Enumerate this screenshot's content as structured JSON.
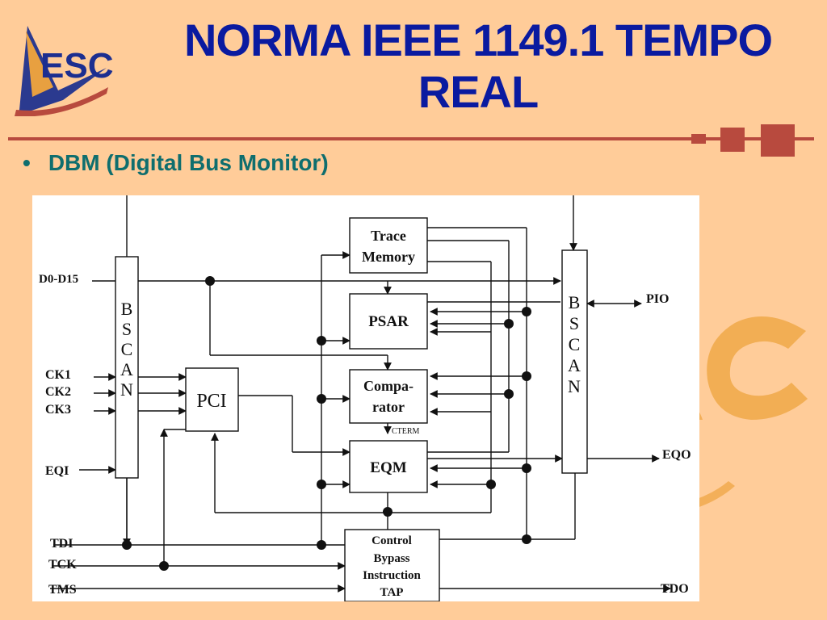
{
  "logo": {
    "text": "ESC"
  },
  "slide": {
    "title_line1": "NORMA IEEE 1149.1 TEMPO",
    "title_line2": "REAL",
    "bullet": "DBM (Digital Bus Monitor)"
  },
  "diagram": {
    "blocks": {
      "bscan_left": "BSCAN",
      "bscan_right": "BSCAN",
      "pci": "PCI",
      "trace_line1": "Trace",
      "trace_line2": "Memory",
      "psar": "PSAR",
      "comp_line1": "Compa-",
      "comp_line2": "rator",
      "eqm": "EQM",
      "ctrl_line1": "Control",
      "ctrl_line2": "Bypass",
      "ctrl_line3": "Instruction",
      "ctrl_line4": "TAP"
    },
    "signals": {
      "d0_d15": "D0-D15",
      "ck1": "CK1",
      "ck2": "CK2",
      "ck3": "CK3",
      "eqi": "EQI",
      "tdi": "TDI",
      "tck": "TCK",
      "tms": "TMS",
      "pio": "PIO",
      "eqo": "EQO",
      "tdo": "TDO",
      "cterm": "CTERM"
    }
  },
  "colors": {
    "background": "#FFCC99",
    "title": "#0A1AA0",
    "bullet": "#0F6E6E",
    "rule": "#B84A3E"
  }
}
